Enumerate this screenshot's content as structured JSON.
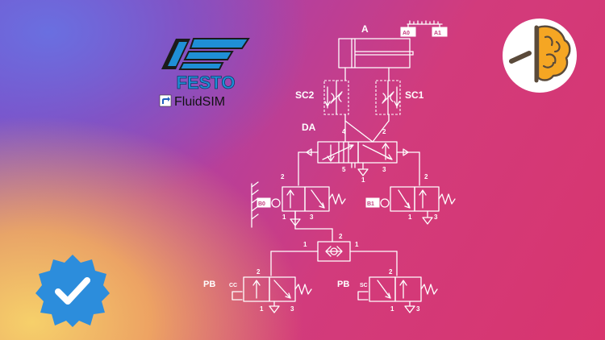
{
  "logo": {
    "brand": "FESTO",
    "product": "FluidSIM"
  },
  "diagram": {
    "cylinder_label": "A",
    "sensor_a0": "A0",
    "sensor_a1": "A1",
    "sc2": "SC2",
    "sc1": "SC1",
    "da": "DA",
    "b0": "B0",
    "b1": "B1",
    "pb_left": "PB",
    "cc": "CC",
    "pb_right": "PB",
    "sc": "SC",
    "ports": {
      "da_4": "4",
      "da_2": "2",
      "da_5": "5",
      "da_1": "1",
      "da_3": "3",
      "b0_2": "2",
      "b0_1": "1",
      "b0_3": "3",
      "b1_2": "2",
      "b1_1": "1",
      "b1_3": "3",
      "or_1a": "1",
      "or_1b": "1",
      "or_2": "2",
      "pbl_2": "2",
      "pbl_1": "1",
      "pbl_3": "3",
      "pbr_2": "2",
      "pbr_1": "1",
      "pbr_3": "3"
    }
  },
  "colors": {
    "festo_blue": "#1f8fd6",
    "badge_blue": "#2c8ddc",
    "brain_orange": "#f5a623"
  },
  "icons": {
    "festo": "festo-logo-icon",
    "shortcut": "shortcut-arrow-icon",
    "brain": "brain-logo-icon",
    "verified": "verified-badge-icon"
  }
}
